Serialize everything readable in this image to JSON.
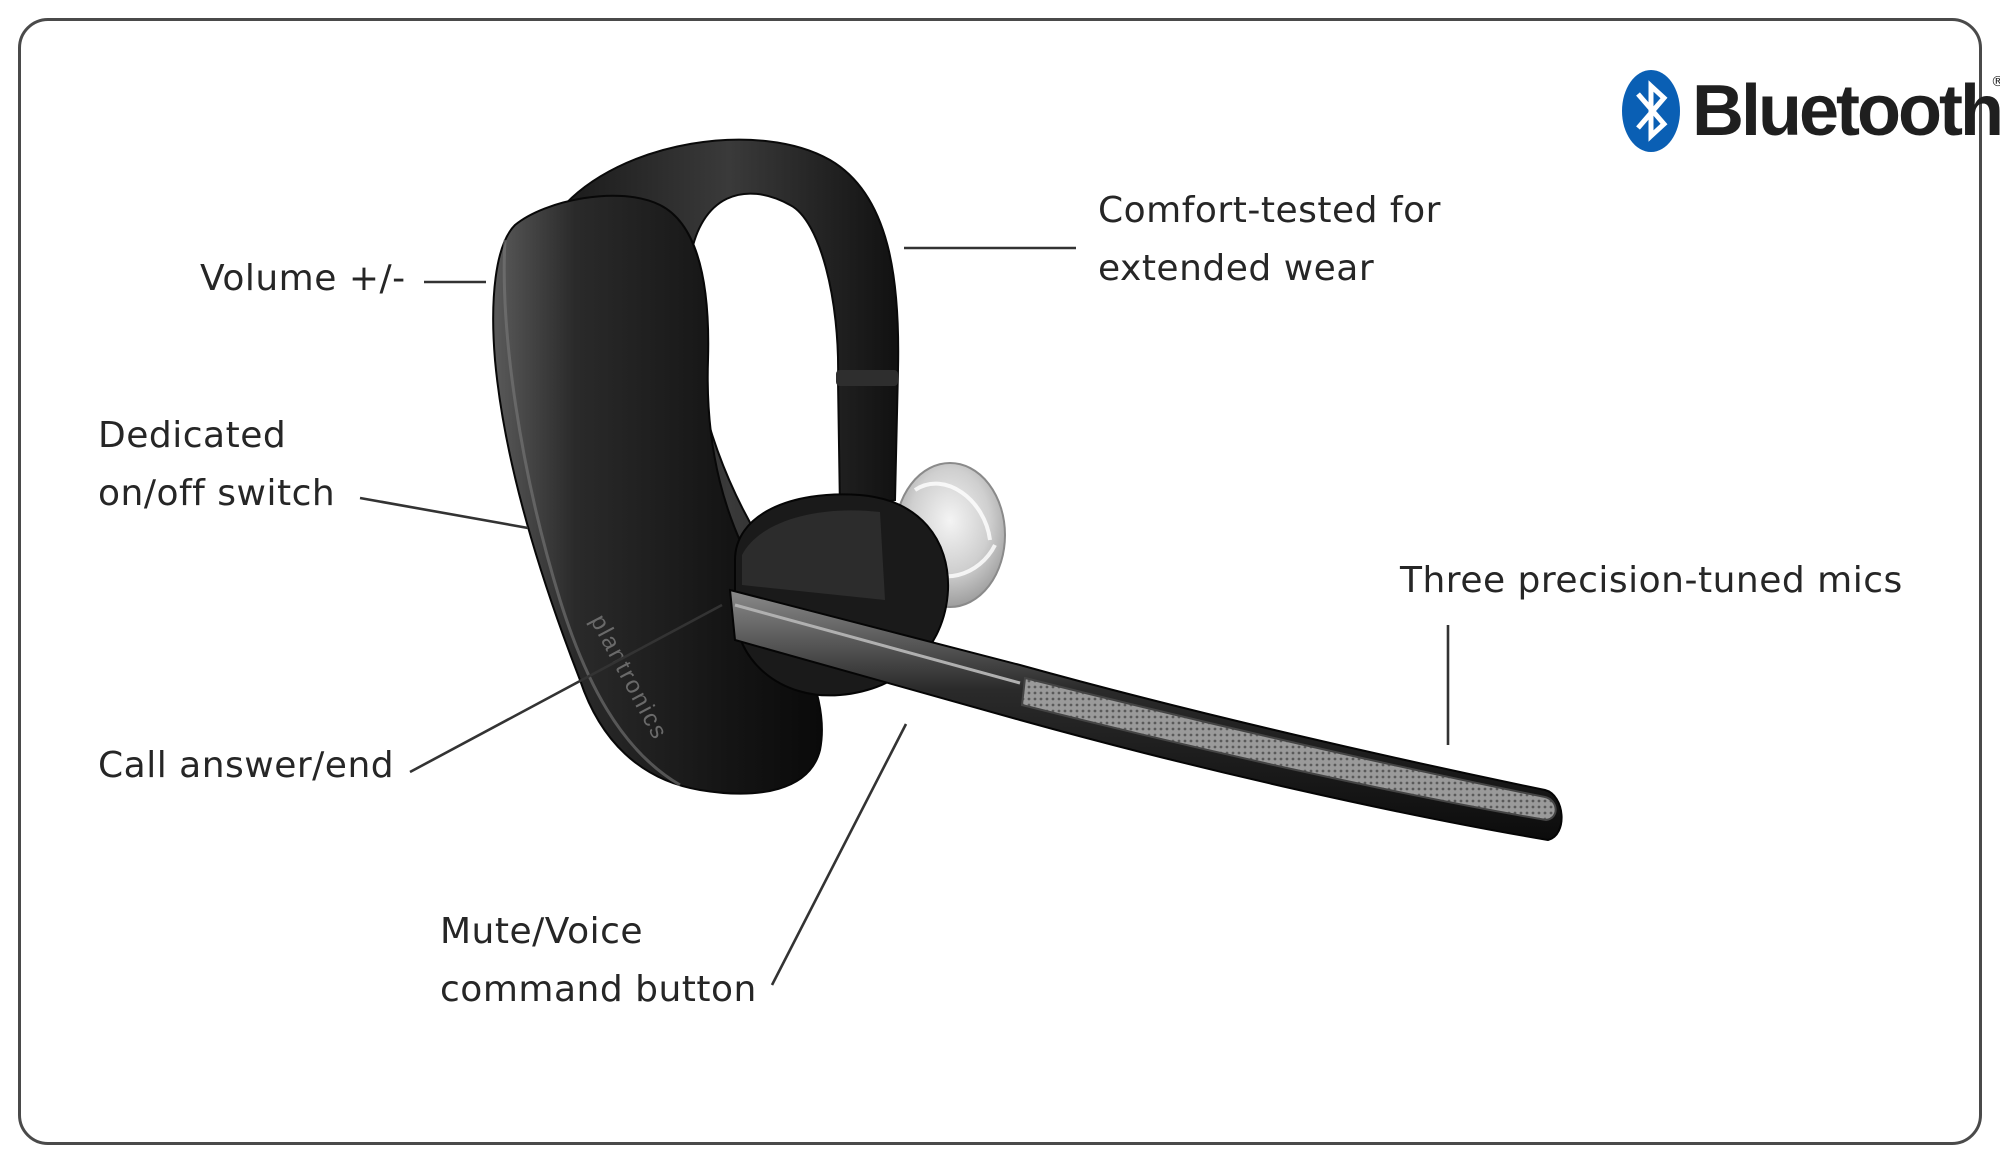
{
  "logo": {
    "text": "Bluetooth",
    "registered": "®",
    "color": "#0a5fb4"
  },
  "brand_on_device": "plantronics",
  "callouts": {
    "comfort": {
      "line1": "Comfort-tested for",
      "line2": "extended wear"
    },
    "volume": {
      "line1": "Volume +/-"
    },
    "power": {
      "line1": "Dedicated",
      "line2": "on/off switch"
    },
    "mics": {
      "line1": "Three precision-tuned mics"
    },
    "call": {
      "line1": "Call answer/end"
    },
    "mute": {
      "line1": "Mute/Voice",
      "line2": "command button"
    }
  }
}
